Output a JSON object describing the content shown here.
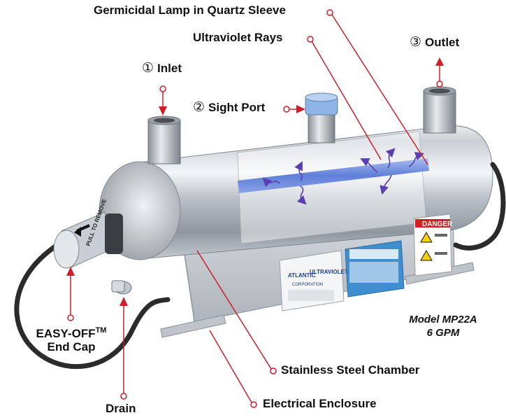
{
  "labels": {
    "germicidal_lamp": "Germicidal Lamp in Quartz Sleeve",
    "ultraviolet_rays": "Ultraviolet Rays",
    "outlet_num": "③",
    "outlet": "Outlet",
    "inlet_num": "①",
    "inlet": "Inlet",
    "sight_port_num": "②",
    "sight_port": "Sight Port",
    "end_cap_line1": "EASY-OFF",
    "end_cap_tm": "TM",
    "end_cap_line2": "End Cap",
    "drain": "Drain",
    "stainless_chamber": "Stainless Steel Chamber",
    "electrical_enclosure": "Electrical Enclosure"
  },
  "model": {
    "line1": "Model MP22A",
    "line2": "6 GPM"
  },
  "plate": {
    "brand_line1": "ATLANTIC",
    "brand_line2": "ULTRAVIOLET",
    "brand_line3": "CORPORATION"
  },
  "end_cap_text": "PULL TO REMOVE",
  "danger_label": "DANGER",
  "colors": {
    "callout_red": "#cc1f2a",
    "danger_red": "#d42020",
    "uv_purple": "#5a3fb0",
    "lamp_blue": "#6f8fe0",
    "sight_port_blue": "#8fb4e6",
    "cable": "#2b2b2b"
  },
  "icons": [
    "arrow-icon",
    "uv-ray-icon",
    "danger-triangle-icon"
  ]
}
